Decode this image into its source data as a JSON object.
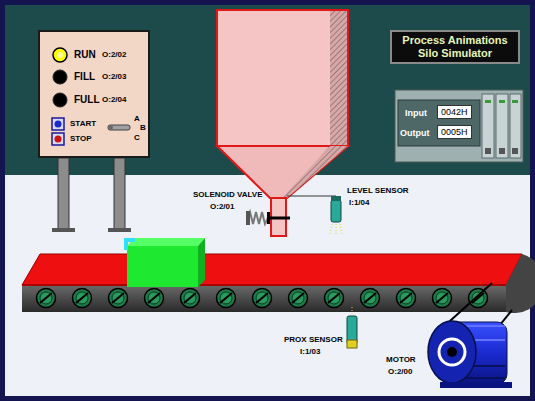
{
  "diagram": {
    "nodes": [
      {
        "text": [
          "RUN",
          "O:2/02",
          "FILL",
          "O:2/03",
          "FULL",
          "O:2/04",
          "START",
          "STOP",
          "A",
          "B",
          "C"
        ]
      },
      {
        "text": [
          "Process Animations Silo Simulator"
        ]
      },
      {
        "text": [
          "Input",
          "Output"
        ]
      },
      {
        "text": [
          "0042H"
        ],
        "in": 2
      },
      {
        "text": [
          "0005H"
        ],
        "in": 2
      }
    ],
    "labels": [
      "SOLENOID VALVE",
      "O:2/01",
      "LEVEL SENSOR",
      "I:1/04",
      "PROX SENSOR",
      "I:1/03",
      "MOTOR",
      "O:2/00"
    ]
  }
}
